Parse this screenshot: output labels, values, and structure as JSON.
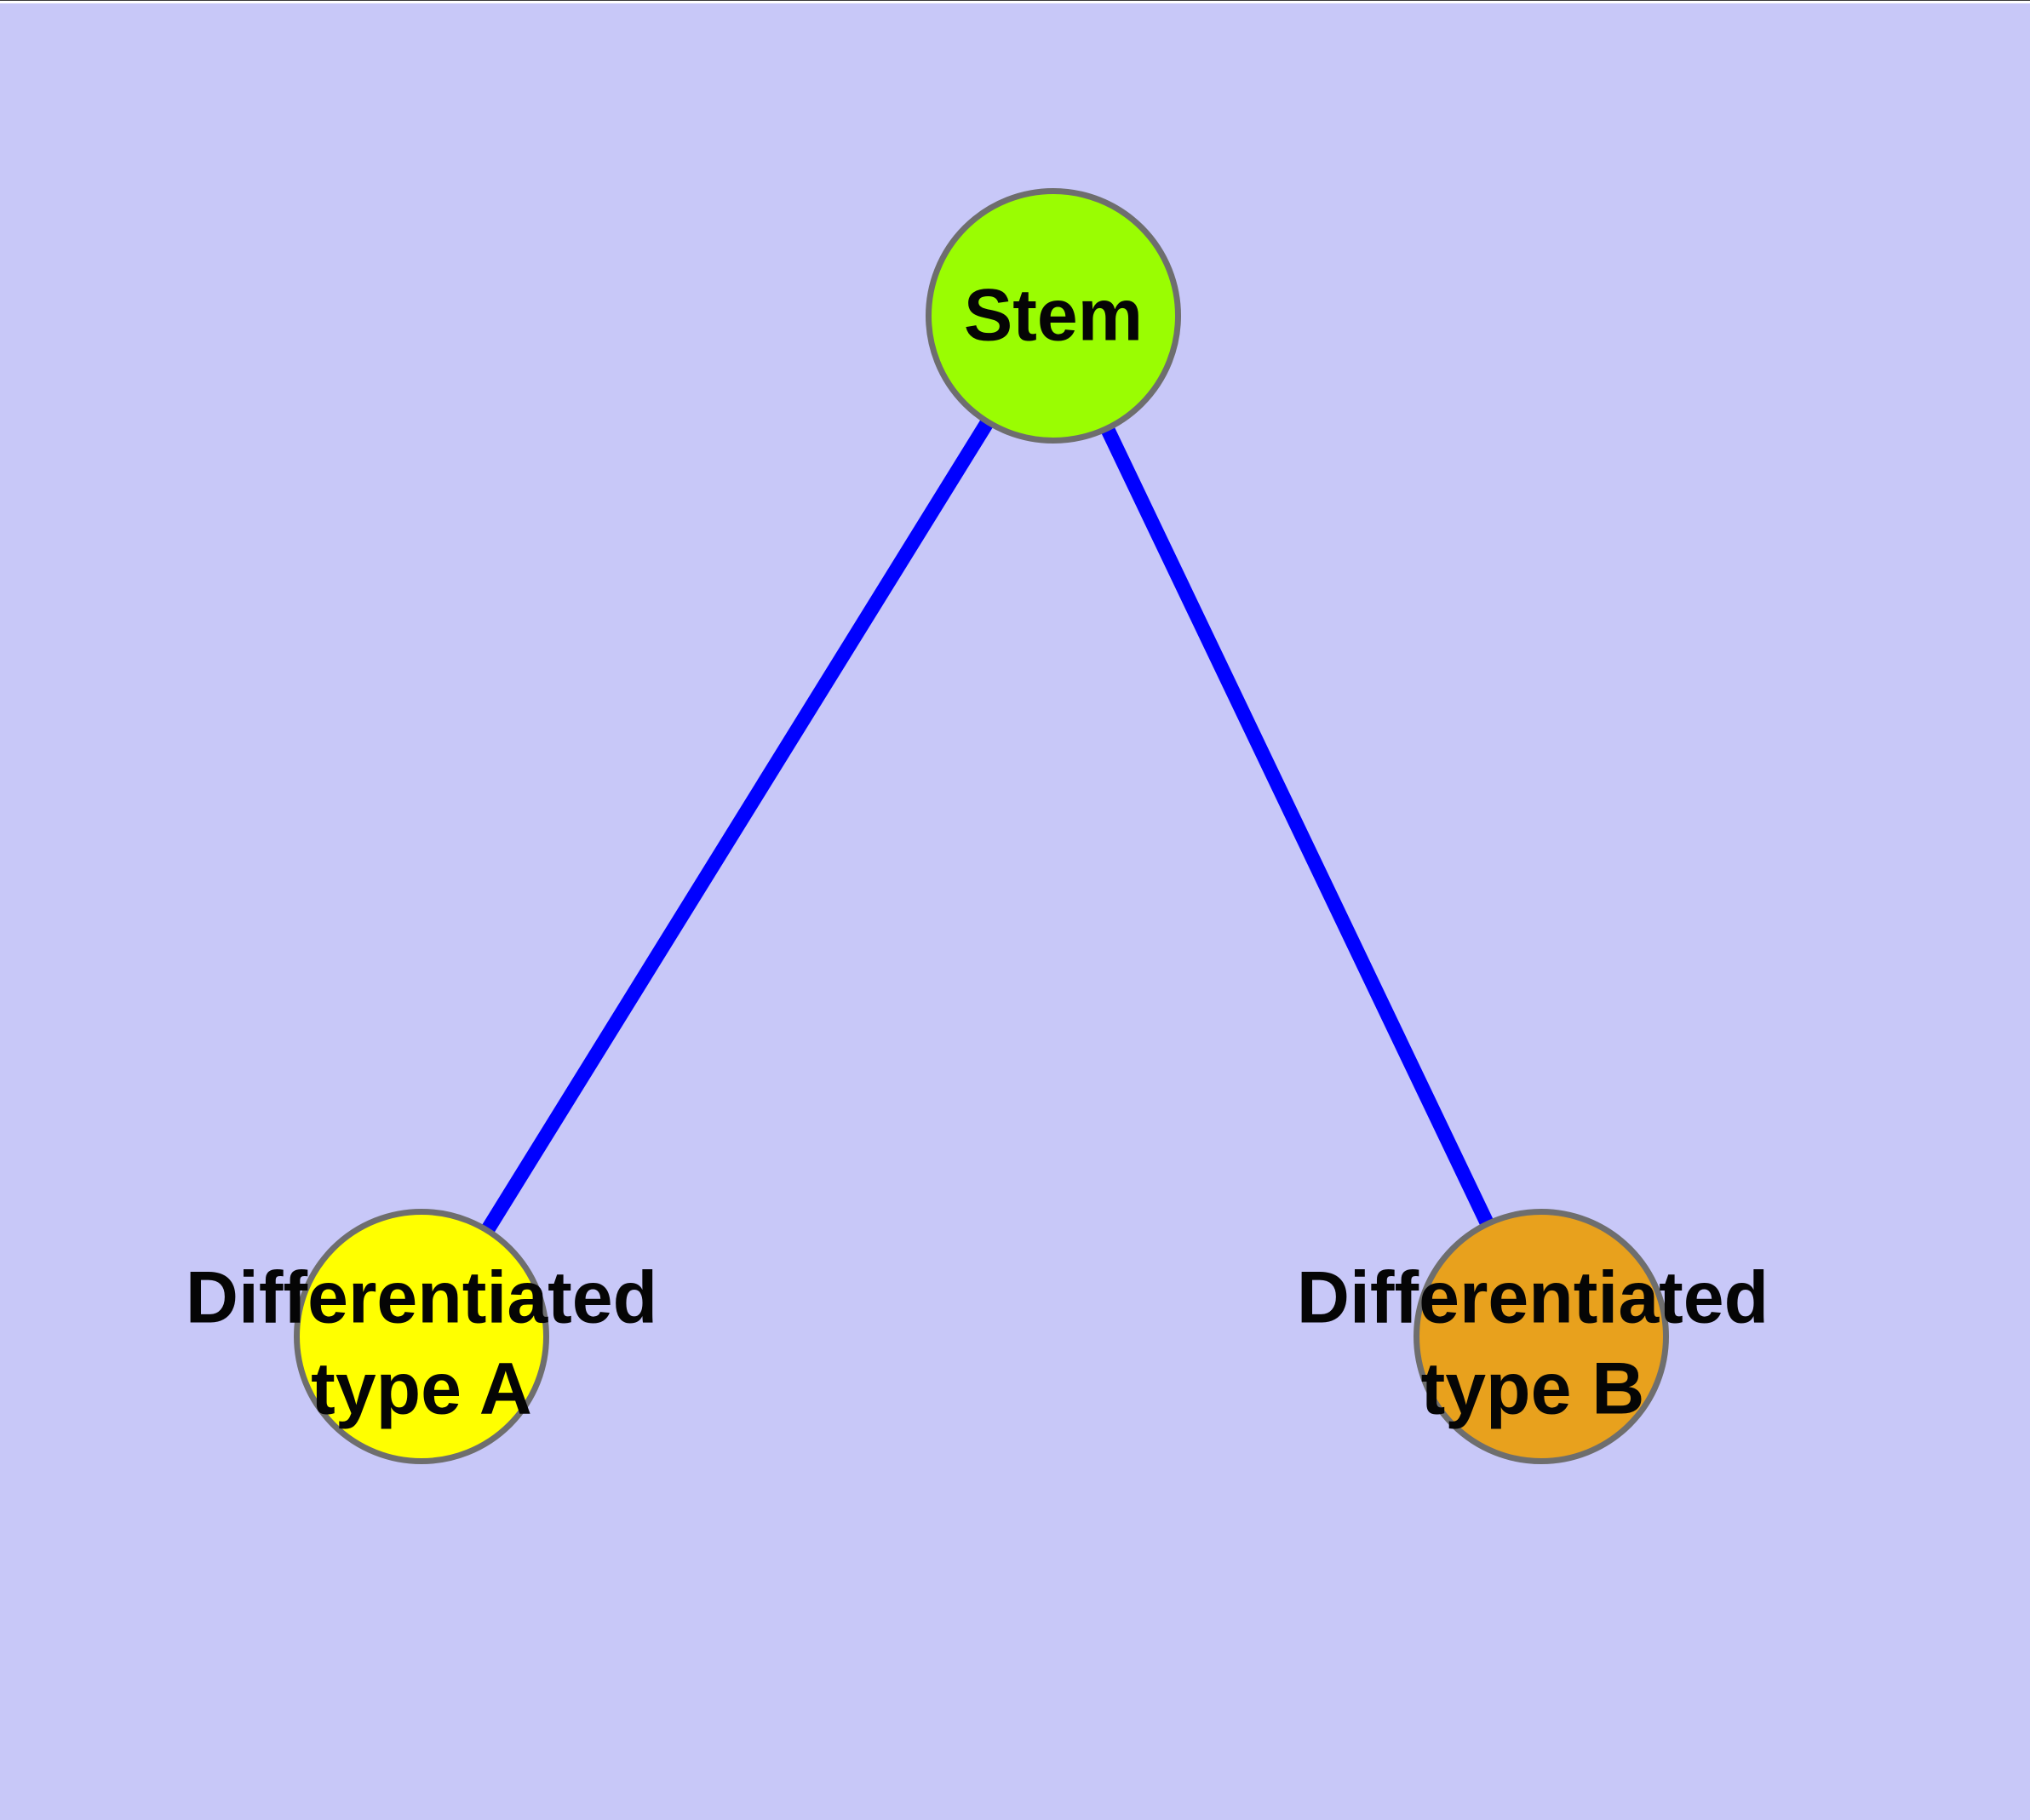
{
  "diagram": {
    "type": "graph",
    "background_color": "#c8c8f8",
    "edge_color": "#0000ff",
    "node_border_color": "#6e6e6e",
    "label_color": "#050505",
    "nodes": [
      {
        "id": "stem",
        "label": "Stem",
        "fill_color": "#9afd02"
      },
      {
        "id": "differentiated-type-a",
        "label": "Differentiated\ntype A",
        "fill_color": "#ffff00"
      },
      {
        "id": "differentiated-type-b",
        "label": "Differentiated\ntype B",
        "fill_color": "#e8a11d"
      }
    ],
    "edges": [
      {
        "from": "stem",
        "to": "differentiated-type-a"
      },
      {
        "from": "stem",
        "to": "differentiated-type-b"
      }
    ]
  }
}
